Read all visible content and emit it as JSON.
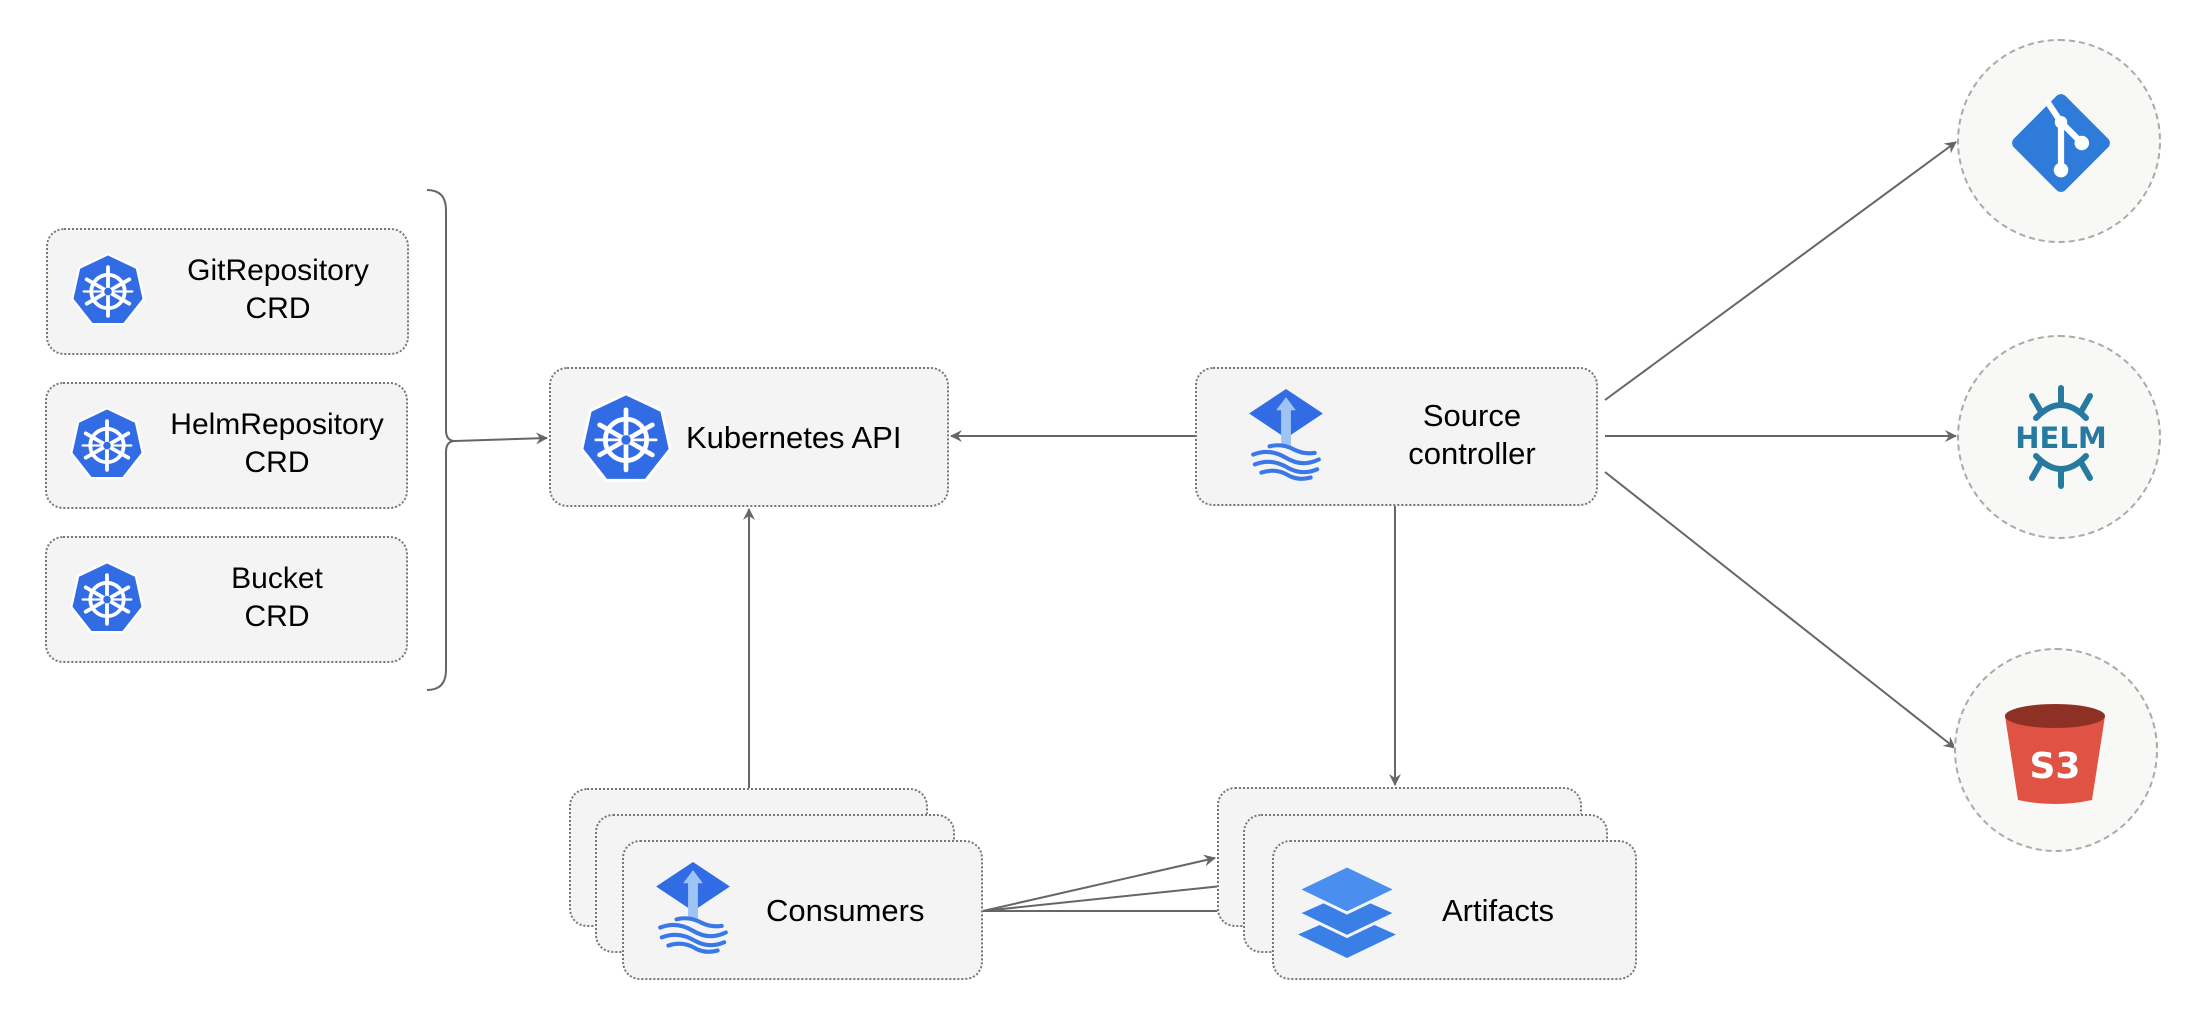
{
  "crds": [
    {
      "line1": "GitRepository",
      "line2": "CRD",
      "icon": "kubernetes-icon"
    },
    {
      "line1": "HelmRepository",
      "line2": "CRD",
      "icon": "kubernetes-icon"
    },
    {
      "line1": "Bucket",
      "line2": "CRD",
      "icon": "kubernetes-icon"
    }
  ],
  "kubernetes_api": {
    "label": "Kubernetes API",
    "icon": "kubernetes-icon"
  },
  "source_controller": {
    "line1": "Source",
    "line2": "controller",
    "icon": "flux-icon"
  },
  "consumers": {
    "label": "Consumers",
    "icon": "flux-icon"
  },
  "artifacts": {
    "label": "Artifacts",
    "icon": "layers-icon"
  },
  "sources": [
    {
      "name": "git",
      "icon": "git-icon",
      "color": "#2f7bd9"
    },
    {
      "name": "helm",
      "icon": "helm-icon",
      "label": "HELM",
      "color": "#277a9f"
    },
    {
      "name": "s3",
      "icon": "s3-bucket-icon",
      "label": "S3",
      "color": "#e05243"
    }
  ],
  "colors": {
    "kubernetes_blue": "#326ce5",
    "arrow": "#666666",
    "box_fill": "#f4f4f4"
  }
}
